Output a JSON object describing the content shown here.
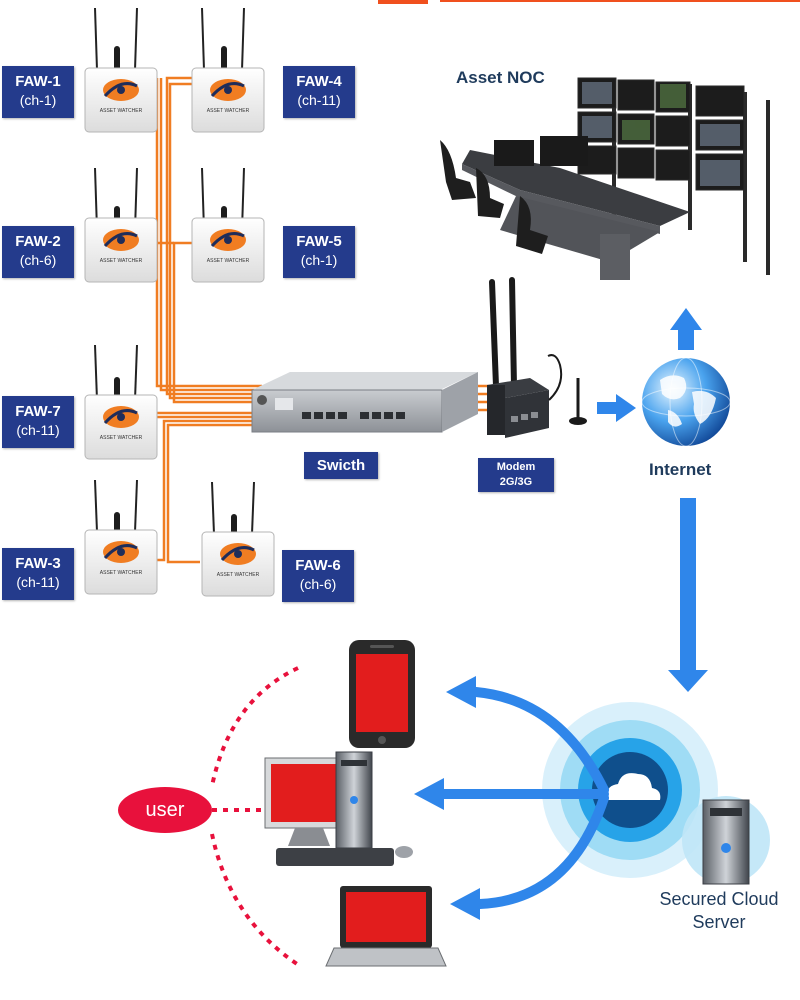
{
  "access_points": [
    {
      "name": "FAW-1",
      "channel": "(ch-1)"
    },
    {
      "name": "FAW-4",
      "channel": "(ch-11)"
    },
    {
      "name": "FAW-2",
      "channel": "(ch-6)"
    },
    {
      "name": "FAW-5",
      "channel": "(ch-1)"
    },
    {
      "name": "FAW-7",
      "channel": "(ch-11)"
    },
    {
      "name": "FAW-3",
      "channel": "(ch-11)"
    },
    {
      "name": "FAW-6",
      "channel": "(ch-6)"
    }
  ],
  "device_brand": "ASSET WATCHER",
  "switch_label": "Swicth",
  "modem": {
    "line1": "Modem",
    "line2": "2G/3G"
  },
  "noc_label": "Asset NOC",
  "internet_label": "Internet",
  "cloud_label": {
    "line1": "Secured Cloud",
    "line2": "Server"
  },
  "user_label": "user",
  "colors": {
    "label_bg": "#243b8c",
    "cable": "#f07d22",
    "arrow": "#2f86ea",
    "user": "#e8113c",
    "screen": "#e21d1d",
    "cloud_ring": "#9fdcf5"
  },
  "icons": [
    "access-point-icon",
    "network-switch-icon",
    "modem-icon",
    "control-room-icon",
    "globe-icon",
    "cloud-server-icon",
    "smartphone-icon",
    "desktop-icon",
    "laptop-icon"
  ]
}
